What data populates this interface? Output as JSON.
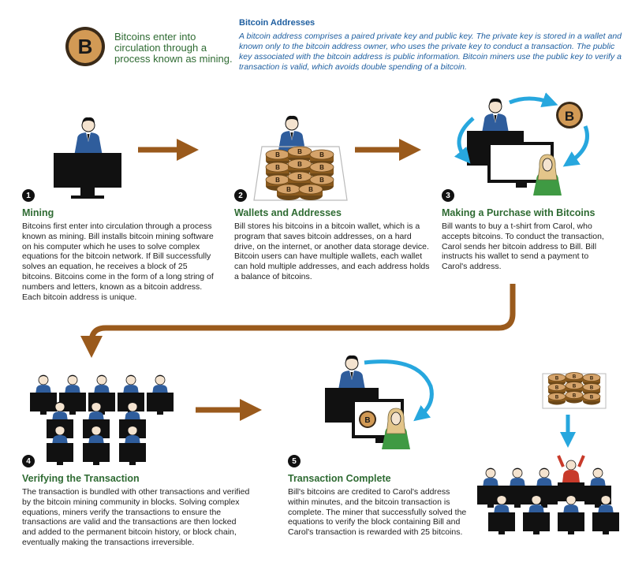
{
  "intro": {
    "coin_letter": "B",
    "text": "Bitcoins enter into circulation through a process known as mining."
  },
  "addresses_box": {
    "title": "Bitcoin Addresses",
    "body": "A bitcoin address comprises a paired private key and public key. The private key is stored in a wallet and known only to the bitcoin address owner, who uses the private key to conduct a transaction. The public key associated with the bitcoin address is public information. Bitcoin miners use the public key to verify a transaction is valid, which avoids double spending of a bitcoin."
  },
  "steps": [
    {
      "number": "1",
      "title": "Mining",
      "body": "Bitcoins first enter into circulation through a process known as mining. Bill installs bitcoin mining software on his computer which he uses to solve complex equations for the bitcoin network. If Bill successfully solves an equation, he receives a block of 25 bitcoins. Bitcoins come in the form of a long string of numbers and letters, known as a bitcoin address. Each bitcoin address is unique."
    },
    {
      "number": "2",
      "title": "Wallets and Addresses",
      "body": "Bill stores his bitcoins in a bitcoin wallet, which is a program that saves bitcoin addresses, on a hard drive, on the internet, or another data storage device. Bitcoin users can have multiple wallets, each wallet can hold multiple addresses, and each address holds a balance of bitcoins."
    },
    {
      "number": "3",
      "title": "Making a Purchase with Bitcoins",
      "body": "Bill wants to buy a t-shirt from Carol, who accepts bitcoins. To conduct the transaction, Carol sends her bitcoin address to Bill. Bill instructs his wallet to send a payment to Carol's address."
    },
    {
      "number": "4",
      "title": "Verifying the Transaction",
      "body": "The transaction is bundled with other transactions and verified by the bitcoin mining community in blocks. Solving complex equations, miners verify the transactions to ensure the transactions are valid and the transactions are then locked and added to the permanent bitcoin history, or block chain, eventually making the transactions irreversible."
    },
    {
      "number": "5",
      "title": "Transaction Complete",
      "body": "Bill's bitcoins are credited to Carol's address within minutes, and the bitcoin transaction is complete. The miner that successfully solved the equations to verify the block containing Bill and Carol's transaction is rewarded with 25 bitcoins."
    }
  ],
  "colors": {
    "title_green": "#2f6b33",
    "box_blue": "#1f5fa0",
    "arrow_brown": "#9a5a1c",
    "arrow_blue": "#27a7de",
    "coin_brown": "#8a5a1e",
    "coin_light": "#d5a36a",
    "shirt_blue": "#2f5d9c",
    "green_shirt": "#3f9a43"
  },
  "icons": [
    "bitcoin-coin-icon",
    "monitor-icon",
    "person-icon",
    "coin-stack-icon",
    "arrow-right-icon",
    "arrow-cycle-icon"
  ]
}
